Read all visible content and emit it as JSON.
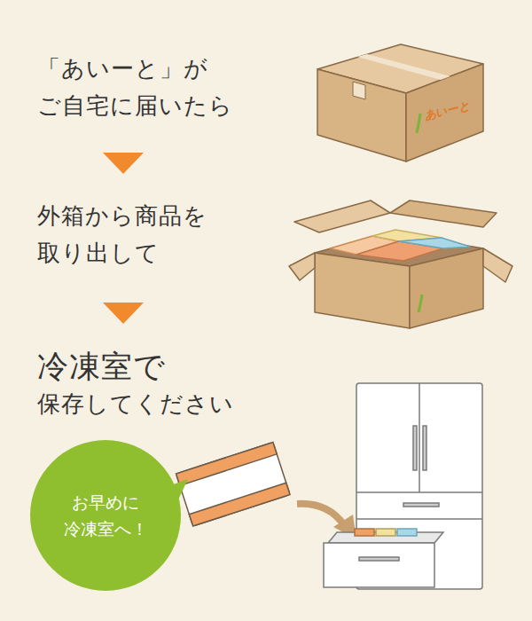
{
  "diagram": {
    "nodes": [
      {
        "text": [
          "お早めに 冷凍室へ！"
        ]
      }
    ],
    "labels": [
      "「あいーと」が ご自宅に届いたら",
      "外箱から商品を 取り出して",
      "冷凍室で 保存してください",
      "あいーと"
    ]
  }
}
